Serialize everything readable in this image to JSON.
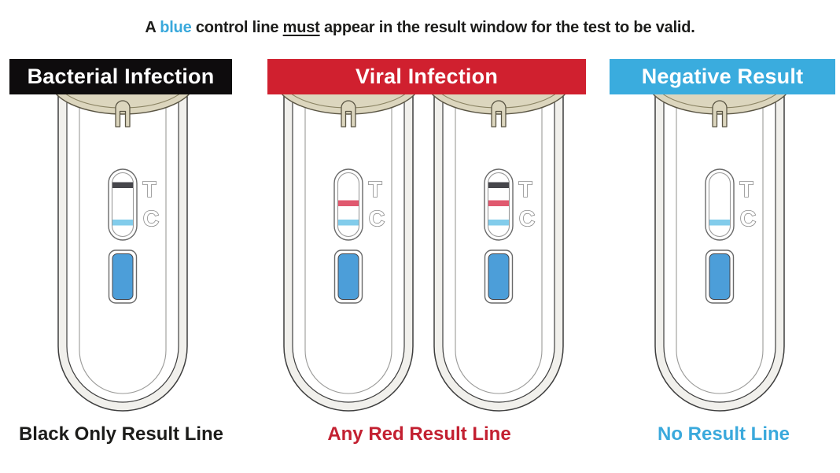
{
  "title": {
    "part1": "A ",
    "blue_word": "blue",
    "part2": " control line ",
    "underlined_word": "must",
    "part3": " appear in the result window for the test to be valid.",
    "blue_color": "#3aa9dc",
    "text_color": "#1c1c1a"
  },
  "columns": [
    {
      "header": "Bacterial Infection",
      "header_bg": "#0e0c0d",
      "header_text_color": "#ffffff",
      "label": "Black Only Result Line",
      "label_color": "#1c1c1a",
      "devices": [
        {
          "name": "bacterial-test-device",
          "result_window_lines": [
            "black",
            "blue"
          ]
        }
      ]
    },
    {
      "header": "Viral Infection",
      "header_bg": "#d0202f",
      "header_text_color": "#ffffff",
      "label": "Any Red Result Line",
      "label_color": "#c32031",
      "devices": [
        {
          "name": "viral-test-device-red-line",
          "result_window_lines": [
            "red",
            "blue"
          ]
        },
        {
          "name": "viral-test-device-black-and-red-lines",
          "result_window_lines": [
            "black",
            "red",
            "blue"
          ]
        }
      ]
    },
    {
      "header": "Negative Result",
      "header_bg": "#3aacde",
      "header_text_color": "#ffffff",
      "label": "No Result Line",
      "label_color": "#3aa9dc",
      "devices": [
        {
          "name": "negative-test-device",
          "result_window_lines": [
            "blue"
          ]
        }
      ]
    }
  ],
  "device": {
    "test_letter": "T",
    "control_letter": "C",
    "line_colors": {
      "black": "#46464b",
      "red": "#e0596f",
      "blue": "#82cceb"
    },
    "line_meanings": {
      "black": "bacterial result line",
      "red": "viral result line",
      "blue": "control line"
    },
    "button_color": "#4c9ed9",
    "cap_color": "#dcd6be",
    "body_wall_color": "#f1f0ec",
    "outline_color": "#3f3f3f"
  }
}
